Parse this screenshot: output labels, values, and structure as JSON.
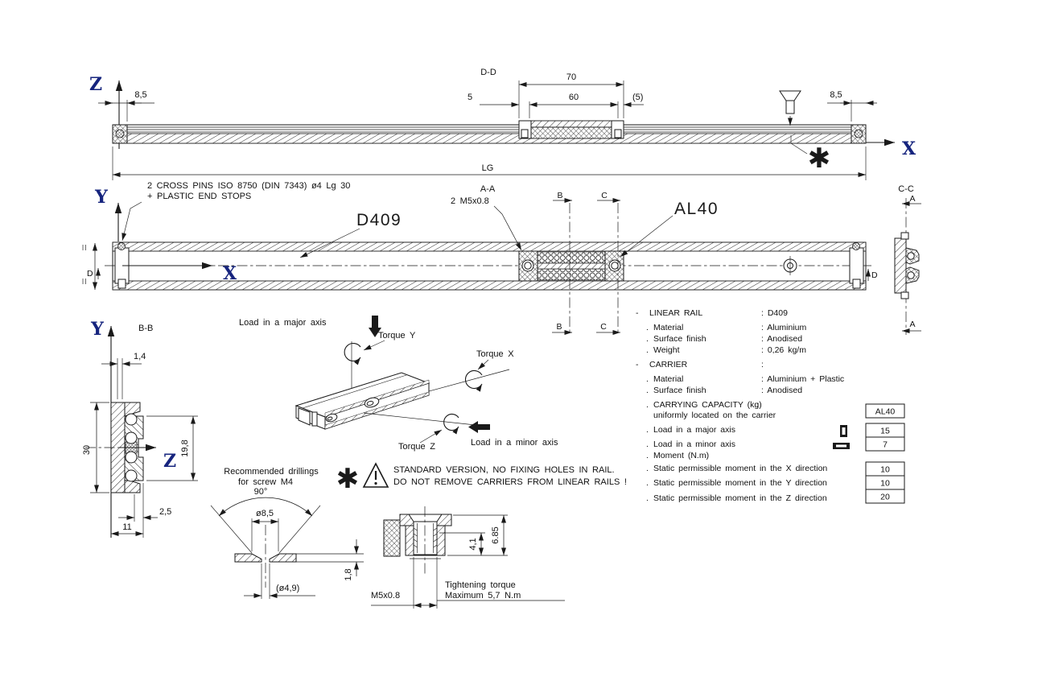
{
  "colors": {
    "ink": "#1a1a1a",
    "axis_label": "#16247e",
    "background": "#ffffff"
  },
  "axis_labels": {
    "top_z": "Z",
    "top_x": "X",
    "front_y": "Y",
    "front_x": "X",
    "section_y": "Y",
    "section_z": "Z"
  },
  "top_view": {
    "section_label": "D-D",
    "dim_end_left": "8,5",
    "dim_end_right": "8,5",
    "dim_carrier_total": "70",
    "dim_carrier_inner": "60",
    "dim_inset": "5",
    "dim_inset_ref": "(5)",
    "dim_length": "LG",
    "asterisk_marker": "✱"
  },
  "front_view": {
    "note_line1": "2 CROSS PINS ISO 8750 (DIN 7343) ø4 Lg 30",
    "note_line2": "+ PLASTIC END STOPS",
    "rail_callout": "D409",
    "carrier_callout": "AL40",
    "screws_callout": "2 M5x0.8",
    "section_aa": "A-A",
    "section_cc": "C-C",
    "marker_b": "B",
    "marker_c": "C",
    "marker_a": "A",
    "dim_d_left": "D",
    "dim_d_right": "D"
  },
  "bb_view": {
    "label": "B-B",
    "dim_wall": "1,4",
    "dim_height": "30",
    "dim_carrier": "19,8",
    "dim_offset": "2,5",
    "dim_width": "11"
  },
  "torque": {
    "load_major": "Load in a major axis",
    "torque_y": "Torque Y",
    "torque_x": "Torque X",
    "torque_z": "Torque Z",
    "load_minor": "Load in a minor axis"
  },
  "drilling": {
    "title1": "Recommended drillings",
    "title2": "for screw M4",
    "angle": "90°",
    "dia_countersink": "ø8,5",
    "thickness": "1,8",
    "dia_hole": "(ø4,9)"
  },
  "insert": {
    "depth": "4,1",
    "height": "6.85",
    "thread": "M5x0.8",
    "note_line1": "Tightening torque",
    "note_line2": "Maximum 5,7 N.m"
  },
  "warning": {
    "asterisk": "✱",
    "line1": "STANDARD VERSION, NO FIXING HOLES IN RAIL.",
    "line2": "DO NOT REMOVE CARRIERS FROM LINEAR RAILS !"
  },
  "specs": {
    "rows": [
      {
        "bullet": "-",
        "label": "LINEAR RAIL",
        "value": ": D409"
      },
      {
        "bullet": ".",
        "label": "Material",
        "value": ": Aluminium"
      },
      {
        "bullet": ".",
        "label": "Surface finish",
        "value": ": Anodised"
      },
      {
        "bullet": ".",
        "label": "Weight",
        "value": ": 0,26 kg/m"
      },
      {
        "bullet": "-",
        "label": "CARRIER",
        "value": ":"
      },
      {
        "bullet": ".",
        "label": "Material",
        "value": ": Aluminium + Plastic"
      },
      {
        "bullet": ".",
        "label": "Surface finish",
        "value": ": Anodised"
      },
      {
        "bullet": ".",
        "label": "CARRYING CAPACITY (kg)",
        "value": ":"
      },
      {
        "bullet": "",
        "label": "uniformly located on the carrier",
        "value": ""
      },
      {
        "bullet": ".",
        "label": "Load in a major axis",
        "value": ""
      },
      {
        "bullet": ".",
        "label": "Load in a minor axis",
        "value": ""
      },
      {
        "bullet": ".",
        "label": "Moment (N.m)",
        "value": ""
      },
      {
        "bullet": ".",
        "label": "Static permissible moment in the X direction",
        "value": ""
      },
      {
        "bullet": ".",
        "label": "Static permissible moment in the Y direction",
        "value": ""
      },
      {
        "bullet": ".",
        "label": "Static permissible moment in the Z direction",
        "value": ""
      }
    ],
    "table": {
      "header": "AL40",
      "load_major": "15",
      "load_minor": "7",
      "moment_x": "10",
      "moment_y": "10",
      "moment_z": "20"
    }
  }
}
